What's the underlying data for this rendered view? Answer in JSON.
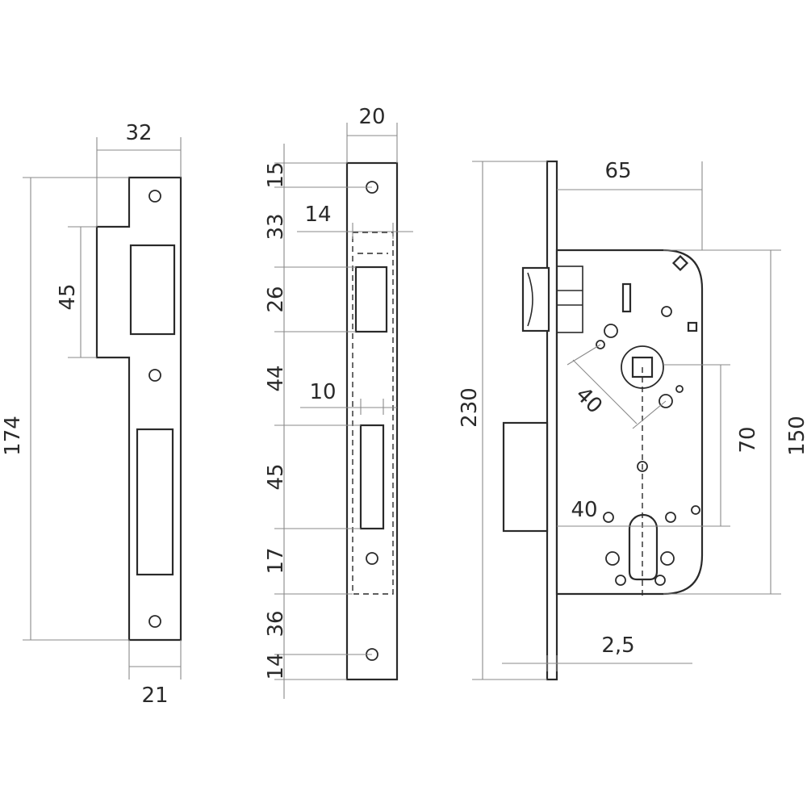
{
  "dimensions": {
    "strike_width": "32",
    "strike_height": "174",
    "strike_cutout": "45",
    "strike_bottom_width": "21",
    "faceplate_width": "20",
    "faceplate_offset": "14",
    "faceplate_latch": "10",
    "seg_15": "15",
    "seg_33": "33",
    "seg_26": "26",
    "seg_44": "44",
    "seg_45": "45",
    "seg_17": "17",
    "seg_36": "36",
    "seg_14": "14",
    "body_height_total": "230",
    "backset": "65",
    "body_height": "150",
    "centre_distance": "70",
    "diagonal": "40",
    "cylinder": "40",
    "faceplate_thickness": "2,5"
  }
}
